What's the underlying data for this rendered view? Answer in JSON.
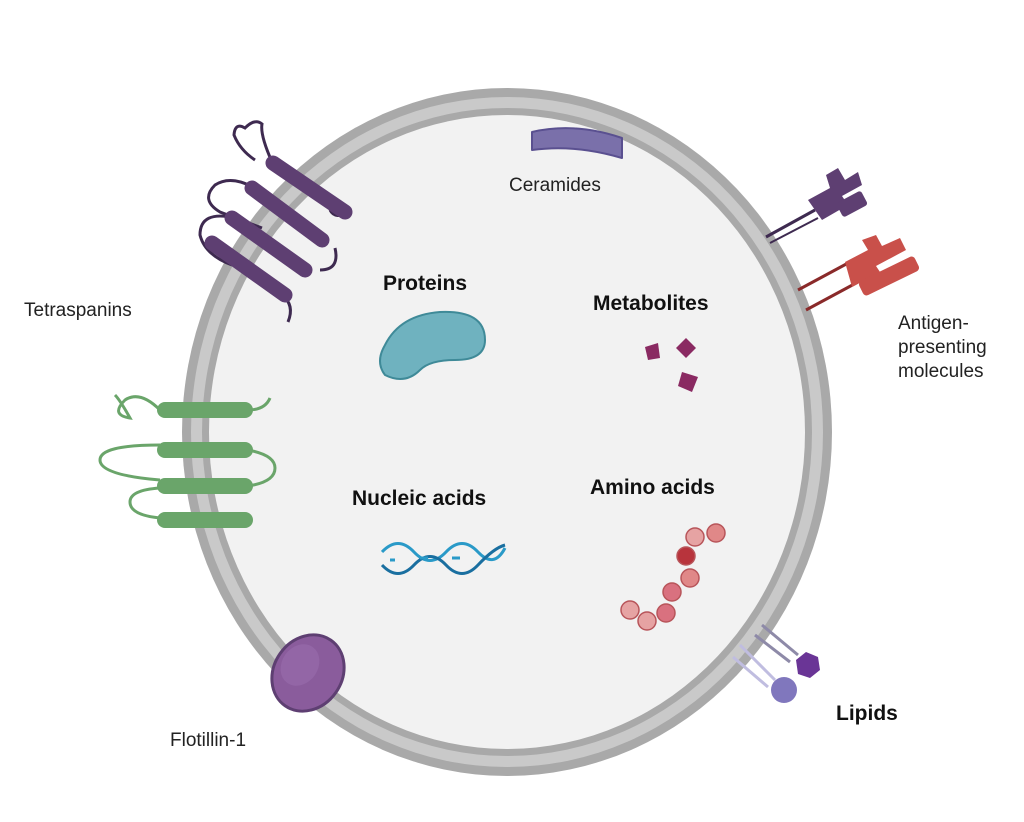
{
  "labels": {
    "ceramides": "Ceramides",
    "proteins": "Proteins",
    "metabolites": "Metabolites",
    "tetraspanins": "Tetraspanins",
    "antigen_line1": "Antigen-",
    "antigen_line2": "presenting",
    "antigen_line3": "molecules",
    "nucleic_acids": "Nucleic acids",
    "amino_acids": "Amino acids",
    "flotillin": "Flotillin-1",
    "lipids": "Lipids"
  },
  "colors": {
    "membrane_outer": "#a9a9a9",
    "membrane_mid": "#c9c9c9",
    "lumen": "#f2f2f2",
    "tetraspanin": "#5e3f72",
    "green_protein": "#6aa56a",
    "ceramide": "#7a70aa",
    "protein_blob": "#6fb2bf",
    "metabolite": "#8a2a62",
    "antigen_purple": "#5e3f72",
    "antigen_red": "#c9504a",
    "dna": "#2a9ac8",
    "amino_light": "#e39a9a",
    "amino_dark": "#b8343c",
    "flotillin": "#8a5c9c",
    "lipid_hex": "#6a3596",
    "lipid_circle": "#8077bd"
  }
}
